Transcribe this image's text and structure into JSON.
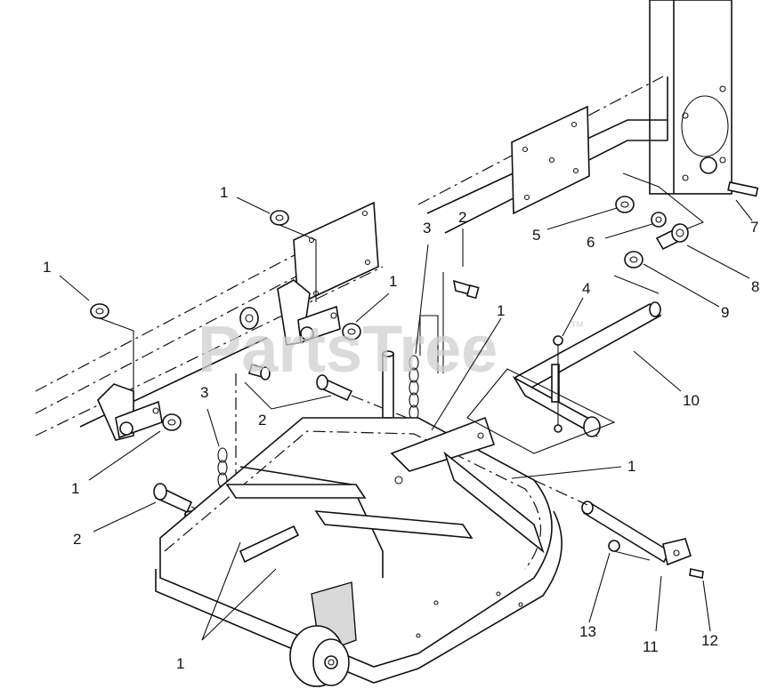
{
  "watermark": {
    "text": "PartsTree",
    "trademark": "TM"
  },
  "callouts": [
    {
      "id": "c1a",
      "text": "1"
    },
    {
      "id": "c1b",
      "text": "1"
    },
    {
      "id": "c1c",
      "text": "1"
    },
    {
      "id": "c1d",
      "text": "1"
    },
    {
      "id": "c1e",
      "text": "1"
    },
    {
      "id": "c1f",
      "text": "1"
    },
    {
      "id": "c1g",
      "text": "1"
    },
    {
      "id": "c2a",
      "text": "2"
    },
    {
      "id": "c2b",
      "text": "2"
    },
    {
      "id": "c2c",
      "text": "2"
    },
    {
      "id": "c3a",
      "text": "3"
    },
    {
      "id": "c3b",
      "text": "3"
    },
    {
      "id": "c4",
      "text": "4"
    },
    {
      "id": "c5",
      "text": "5"
    },
    {
      "id": "c6",
      "text": "6"
    },
    {
      "id": "c7",
      "text": "7"
    },
    {
      "id": "c8",
      "text": "8"
    },
    {
      "id": "c9",
      "text": "9"
    },
    {
      "id": "c10",
      "text": "10"
    },
    {
      "id": "c11",
      "text": "11"
    },
    {
      "id": "c12",
      "text": "12"
    },
    {
      "id": "c13",
      "text": "13"
    }
  ]
}
